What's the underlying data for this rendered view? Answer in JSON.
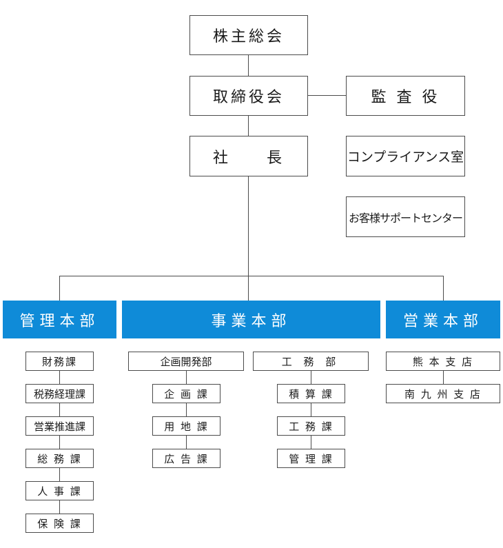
{
  "top": {
    "shareholders": "株主総会",
    "board": "取締役会",
    "auditor": "監 査 役",
    "president": "社　　長",
    "compliance": "コンプライアンス室",
    "support": "お客様サポートセンター"
  },
  "departments": {
    "admin": {
      "name": "管理本部",
      "sections": [
        "財務課",
        "税務経理課",
        "営業推進課",
        "総 務 課",
        "人 事 課",
        "保 険 課"
      ]
    },
    "business": {
      "name": "事業本部",
      "planning": {
        "name": "企画開発部",
        "sections": [
          "企 画 課",
          "用 地 課",
          "広 告 課"
        ]
      },
      "engineering": {
        "name": "工 務 部",
        "sections": [
          "積 算 課",
          "工 務 課",
          "管 理 課"
        ]
      }
    },
    "sales": {
      "name": "営業本部",
      "branches": [
        "熊 本 支 店",
        "南 九 州 支 店"
      ]
    }
  }
}
